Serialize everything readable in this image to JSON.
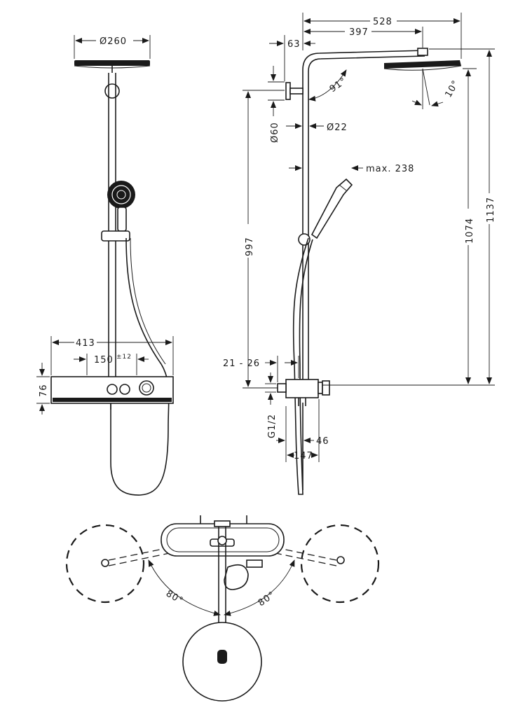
{
  "dimensions": {
    "head_diameter": "Ø260",
    "width_total": "413",
    "spacing": "150",
    "spacing_tolerance": "±12",
    "thermostat_height": "76",
    "projection_total": "528",
    "projection_arm": "397",
    "wall_offset": "63",
    "arm_angle": "91°",
    "head_tilt": "10°",
    "mount_diameter": "Ø60",
    "rail_diameter": "Ø22",
    "hand_shower_max": "max. 238",
    "height_997": "997",
    "height_1074": "1074",
    "height_1137": "1137",
    "wall_distance_range": "21 - 26",
    "thread": "G1/2",
    "depth_46": "46",
    "depth_147": "147",
    "swivel_left": "80°",
    "swivel_right": "80°"
  }
}
